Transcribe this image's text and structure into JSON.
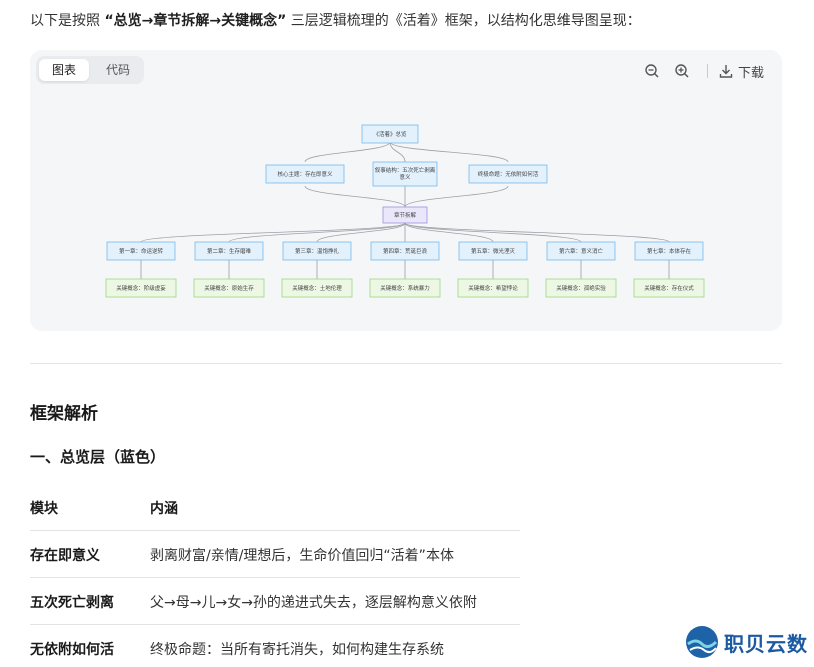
{
  "intro": {
    "prefix": "以下是按照 ",
    "highlight": "“总览→章节拆解→关键概念”",
    "suffix": " 三层逻辑梳理的《活着》框架，以结构化思维导图呈现："
  },
  "panel": {
    "tabs": [
      "图表",
      "代码"
    ],
    "active_tab": "图表",
    "download_label": "下载"
  },
  "mindmap": {
    "root": "《活着》总览",
    "overview": [
      "核心主题：存在即意义",
      "叙事结构：五次死亡剥离意义",
      "终极命题：无依附如何活"
    ],
    "hub": "章节拆解",
    "chapters": [
      "第一章：命运逆转",
      "第二章：生存磨难",
      "第三章：温饱挣扎",
      "第四章：荒诞巨浪",
      "第五章：微光湮灭",
      "第六章：意义消亡",
      "第七章：本体存在"
    ],
    "concepts": [
      "关键概念：阶级虚妄",
      "关键概念：原始生存",
      "关键概念：土地伦理",
      "关键概念：系统暴力",
      "关键概念：希望悖论",
      "关键概念：孤绝实验",
      "关键概念：存在仪式"
    ],
    "colors": {
      "blue_fill": "#e3f1fc",
      "blue_stroke": "#74b9ec",
      "purple_fill": "#ebe7fb",
      "purple_stroke": "#9d8fe0",
      "green_fill": "#ecf8e4",
      "green_stroke": "#9cd67e",
      "edge": "#9aa0a8"
    }
  },
  "section_title": "框架解析",
  "subsection_title": "一、总览层（蓝色）",
  "table": {
    "headers": [
      "模块",
      "内涵"
    ],
    "rows": [
      [
        "存在即意义",
        "剥离财富/亲情/理想后，生命价值回归“活着”本体"
      ],
      [
        "五次死亡剥离",
        "父→母→儿→女→孙的递进式失去，逐层解构意义依附"
      ],
      [
        "无依附如何活",
        "终极命题：当所有寄托消失，如何构建生存系统"
      ]
    ]
  },
  "watermark": "职贝云数"
}
